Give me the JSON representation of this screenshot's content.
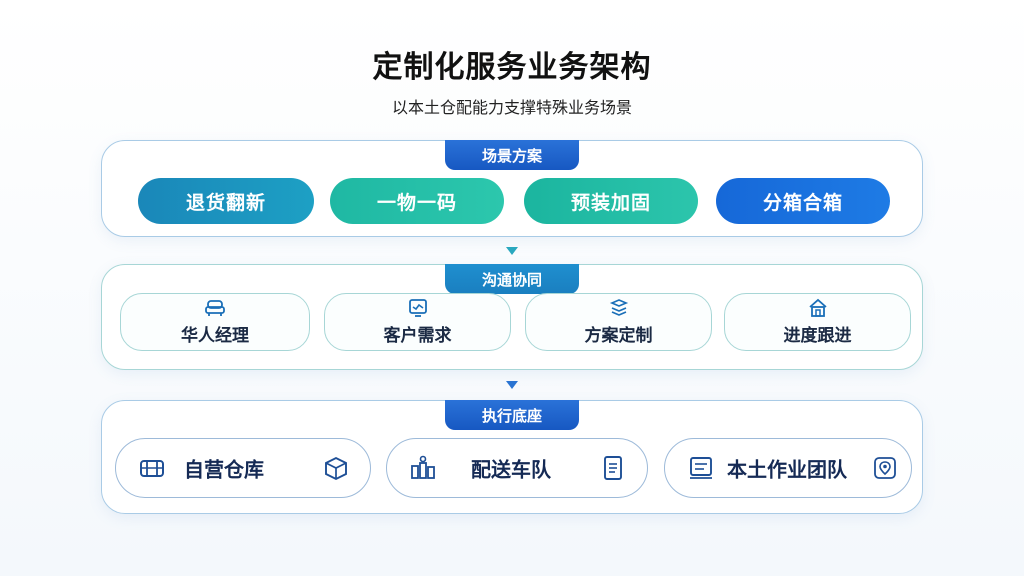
{
  "title": "定制化服务业务架构",
  "subtitle": "以本土仓配能力支撑特殊业务场景",
  "layers": [
    {
      "tab": "场景方案",
      "items": [
        "退货翻新",
        "一物一码",
        "预装加固",
        "分箱合箱"
      ]
    },
    {
      "tab": "沟通协同",
      "items": [
        "华人经理",
        "客户需求",
        "方案定制",
        "进度跟进"
      ]
    },
    {
      "tab": "执行底座",
      "items": [
        "自营仓库",
        "配送车队",
        "本土作业团队"
      ]
    }
  ],
  "icons": {
    "layer2": [
      "sofa-icon",
      "monitor-icon",
      "layers-icon",
      "house-icon"
    ],
    "layer3_left": [
      "warehouse-shelf-icon",
      "buildings-pin-icon",
      "board-icon"
    ],
    "layer3_right": [
      "package-box-icon",
      "document-list-icon",
      "location-pin-icon"
    ]
  },
  "colors": {
    "accent_blue": "#1758c2",
    "teal": "#1fb8a3",
    "dark_text": "#152a55"
  }
}
